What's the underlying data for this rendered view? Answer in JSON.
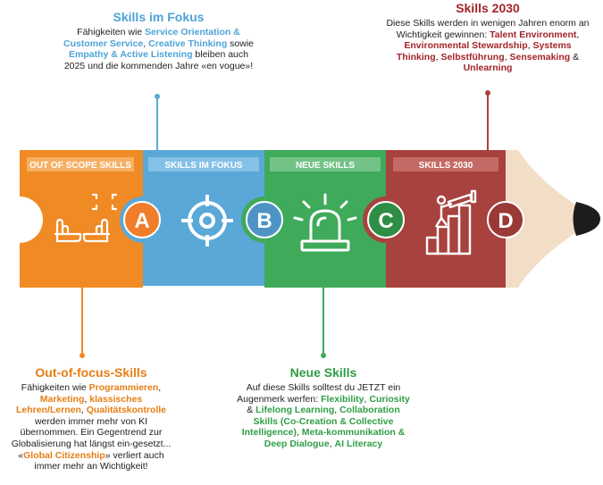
{
  "colors": {
    "orange": "#f08a24",
    "blue": "#5aa8d8",
    "green": "#3faa5a",
    "red": "#a8423f",
    "text": "#222222",
    "red_text": "#a3242a",
    "green_text": "#2f9e45",
    "blue_text": "#4ea3d8",
    "orange_text": "#e67e14"
  },
  "banners": {
    "a": "OUT OF SCOPE SKILLS",
    "b": "SKILLS IM FOKUS",
    "c": "NEUE SKILLS",
    "d": "SKILLS 2030"
  },
  "circles": {
    "a": "A",
    "b": "B",
    "c": "C",
    "d": "D"
  },
  "icons": {
    "a": "hands-frame-icon",
    "b": "target-icon",
    "c": "alarm-beacon-icon",
    "d": "telescope-stairs-icon"
  },
  "fokus": {
    "title": "Skills im Fokus",
    "t1": "Fähigkeiten wie ",
    "h1": "Service Orientation & Customer Service",
    "t2": ", ",
    "h2": "Creative Thinking",
    "t3": " sowie ",
    "h3": "Empathy & Active Listening",
    "t4": " bleiben auch 2025 und die kommenden Jahre «en vogue»!"
  },
  "skills2030": {
    "title": "Skills 2030",
    "t1": "Diese Skills werden in wenigen Jahren enorm an Wichtigkeit gewinnen: ",
    "h1": "Talent Environment",
    "t2": ", ",
    "h2": "Environmental Stewardship",
    "t3": ", ",
    "h3": "Systems Thinking",
    "t4": ", ",
    "h4": "Selbstführung",
    "t5": ", ",
    "h5": "Sensemaking",
    "t6": " & ",
    "h6": "Unlearning"
  },
  "outfocus": {
    "title": "Out-of-focus-Skills",
    "t1": "Fähigkeiten wie ",
    "h1": "Programmieren",
    "t2": ", ",
    "h2": "Marketing",
    "t3": ",  ",
    "h3": "klassisches Lehren/Lernen",
    "t4": ", ",
    "h4": "Qualitätskontrolle",
    "t5": " werden immer mehr von KI übernommen. Ein Gegentrend zur Globalisierung hat längst ein-gesetzt... «",
    "h5": "Global Citizenship",
    "t6": "» verliert auch immer mehr an Wichtigkeit!"
  },
  "neue": {
    "title": "Neue Skills",
    "t1": "Auf diese Skills solltest du JETZT ein Augenmerk werfen: ",
    "h1": "Flexibility",
    "t2": ", ",
    "h2": "Curiosity",
    "t3": " & ",
    "h3": "Lifelong Learning",
    "t4": ", ",
    "h4": "Collaboration Skills (Co-Creation & Collective Intelligence)",
    "t5": ", ",
    "h5": "Meta-kommunikation & Deep Dialogue",
    "t6": ", ",
    "h6": "AI Literacy"
  }
}
